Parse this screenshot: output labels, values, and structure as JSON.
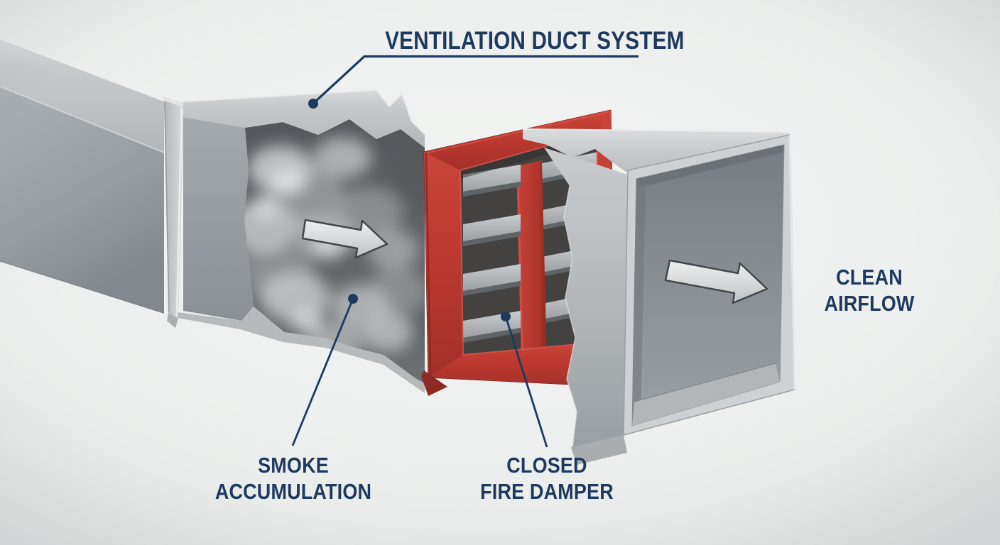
{
  "scene": {
    "description": "Cutaway 3D illustration of a rectangular ventilation duct: a smoke-filled upstream section, a closed red fire damper with louver blades, and a clean downstream section with an open end",
    "title": {
      "text": "VENTILATION DUCT SYSTEM"
    },
    "callouts": {
      "smoke": {
        "line1": "SMOKE",
        "line2": "ACCUMULATION"
      },
      "damper": {
        "line1": "CLOSED",
        "line2": "FIRE DAMPER"
      },
      "clean": {
        "line1": "CLEAN",
        "line2": "AIRFLOW"
      }
    },
    "icons": {
      "smoke_arrow": "right-arrow-icon",
      "clean_arrow": "right-arrow-icon"
    }
  },
  "colors": {
    "background": "#eef0ef",
    "label-navy": "#1d3a5e",
    "damper-red": "#bf3a30",
    "duct-gray": "#a7adb1",
    "duct-light": "#cdd0d2",
    "smoke-dark": "#5c6064",
    "arrow-fill": "#dcdee0",
    "arrow-outline": "#43474a"
  }
}
